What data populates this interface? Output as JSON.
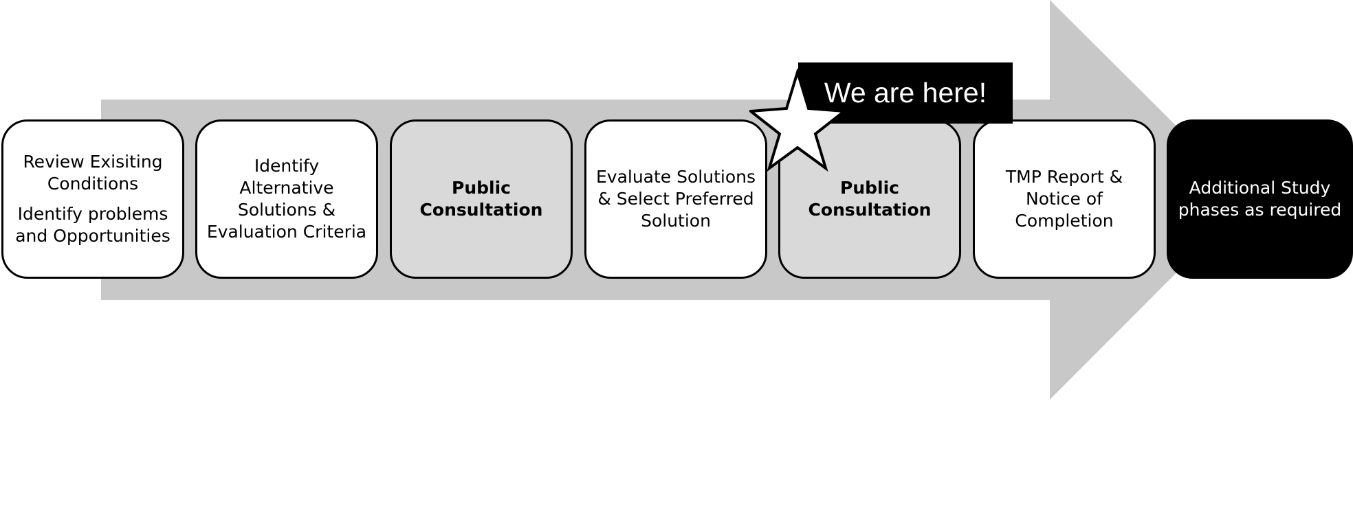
{
  "colors": {
    "arrow": "#c8c8c8",
    "step_white": "#ffffff",
    "step_grey": "#d9d9d9",
    "step_black": "#000000",
    "callout_bg": "#000000",
    "callout_text": "#ffffff"
  },
  "steps": [
    {
      "lines_a": [
        "Review Exisiting",
        "Conditions"
      ],
      "lines_b": [
        "Identify problems",
        "and Opportunities"
      ],
      "style": "white"
    },
    {
      "lines": [
        "Identify",
        "Alternative",
        "Solutions &",
        "Evaluation Criteria"
      ],
      "style": "white"
    },
    {
      "lines": [
        "Public",
        "Consultation"
      ],
      "style": "grey"
    },
    {
      "lines": [
        "Evaluate Solutions",
        "& Select Preferred",
        "Solution"
      ],
      "style": "white"
    },
    {
      "lines": [
        "Public",
        "Consultation"
      ],
      "style": "grey"
    },
    {
      "lines": [
        "TMP Report &",
        "Notice of",
        "Completion"
      ],
      "style": "white"
    },
    {
      "lines": [
        "Additional Study",
        "phases as required"
      ],
      "style": "black"
    }
  ],
  "callout": {
    "text": "We are here!",
    "icon": "star-icon"
  }
}
